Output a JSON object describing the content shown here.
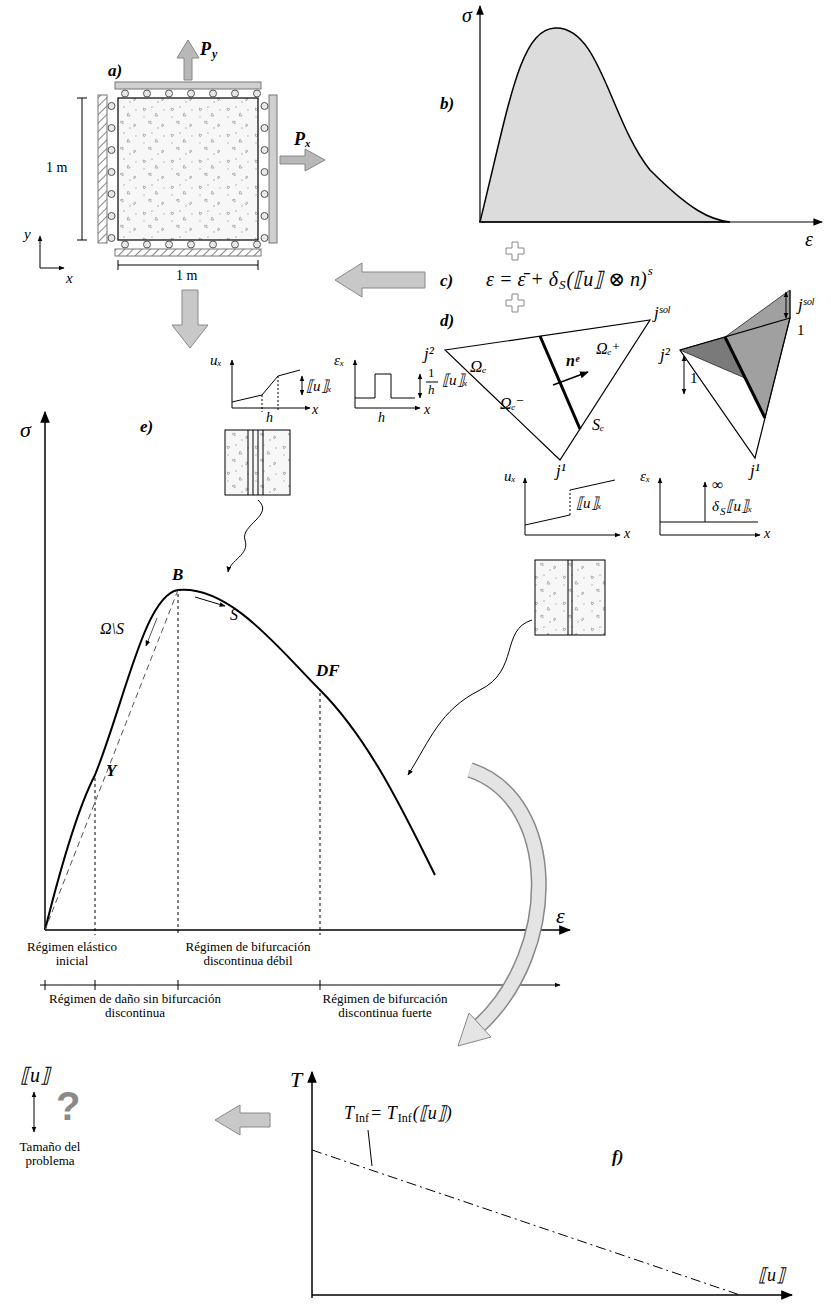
{
  "diagram": {
    "labels": [
      "a)",
      "P",
      "y",
      "Pₓ",
      "1 m",
      "1 m",
      "y",
      "x",
      "b)",
      "σ",
      "ε",
      "c)",
      "ε = ε̄ + δ",
      "S",
      "(⟦u⟧ ⊗ n)",
      "s",
      "d)",
      "j²",
      "jˢᵒˡ",
      "j¹",
      "Ωₑ",
      "nᵉ",
      "Ωₑ⁺",
      "Ωₑ⁻",
      "Sₑ",
      "j²",
      "jˢᵒˡ",
      "j¹",
      "1",
      "1",
      "e)",
      "uₓ",
      "x",
      "⟦u⟧ₓ",
      "h",
      "εₓ",
      "x",
      "1",
      "h",
      "⟦u⟧ₓ",
      "h",
      "uₓ",
      "x",
      "⟦u⟧ₓ",
      "εₓ",
      "∞",
      "δ",
      "S",
      "⟦u⟧ₓ",
      "x",
      "σ",
      "B",
      "Y",
      "S",
      "Ω\\S",
      "DF",
      "ε",
      "Régimen elástico inicial",
      "Régimen de bifurcación discontinua débil",
      "Régimen de daño sin bifurcación discontinua",
      "Régimen de bifurcación discontinua fuerte",
      "T",
      "T",
      "Inf",
      "= T",
      "Inf",
      "(⟦u⟧)",
      "f)",
      "⟦u⟧",
      "⟦u⟧",
      "?",
      "Tamaño del problema"
    ]
  }
}
